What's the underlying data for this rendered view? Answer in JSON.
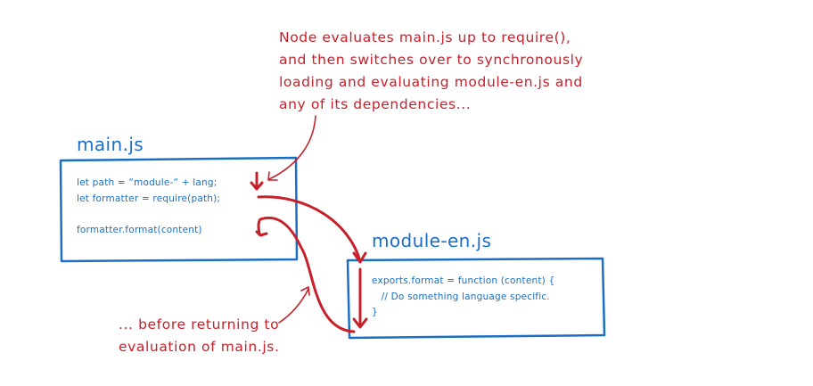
{
  "colors": {
    "code_blue": "#1a6fc4",
    "annotation_red": "#c8202a",
    "background": "#ffffff"
  },
  "annotations": {
    "top": {
      "lines": [
        "Node evaluates main.js up to require(),",
        "and then switches over to synchronously",
        "loading and evaluating module-en.js and",
        "any of its dependencies..."
      ]
    },
    "bottom": {
      "lines": [
        "... before returning to",
        "evaluation of main.js."
      ]
    }
  },
  "files": {
    "main": {
      "title": "main.js",
      "code": [
        "let path = “module-“ + lang;",
        "let formatter = require(path);",
        "",
        "formatter.format(content)"
      ]
    },
    "module": {
      "title": "module-en.js",
      "code": [
        "exports.format = function (content) {",
        "   // Do something language specific.",
        "}"
      ]
    }
  },
  "arrows": [
    {
      "name": "pointer-to-require",
      "from": "top annotation",
      "to": "main.js require line"
    },
    {
      "name": "execution-pause",
      "from": "main.js line 1",
      "to": "main.js line 2"
    },
    {
      "name": "jump-to-module",
      "from": "main.js require()",
      "to": "module-en.js"
    },
    {
      "name": "module-execution",
      "from": "module-en.js top",
      "to": "module-en.js bottom"
    },
    {
      "name": "return-to-main",
      "from": "module-en.js bottom",
      "to": "main.js formatter.format"
    },
    {
      "name": "pointer-to-return",
      "from": "bottom annotation",
      "to": "return arrow"
    }
  ]
}
